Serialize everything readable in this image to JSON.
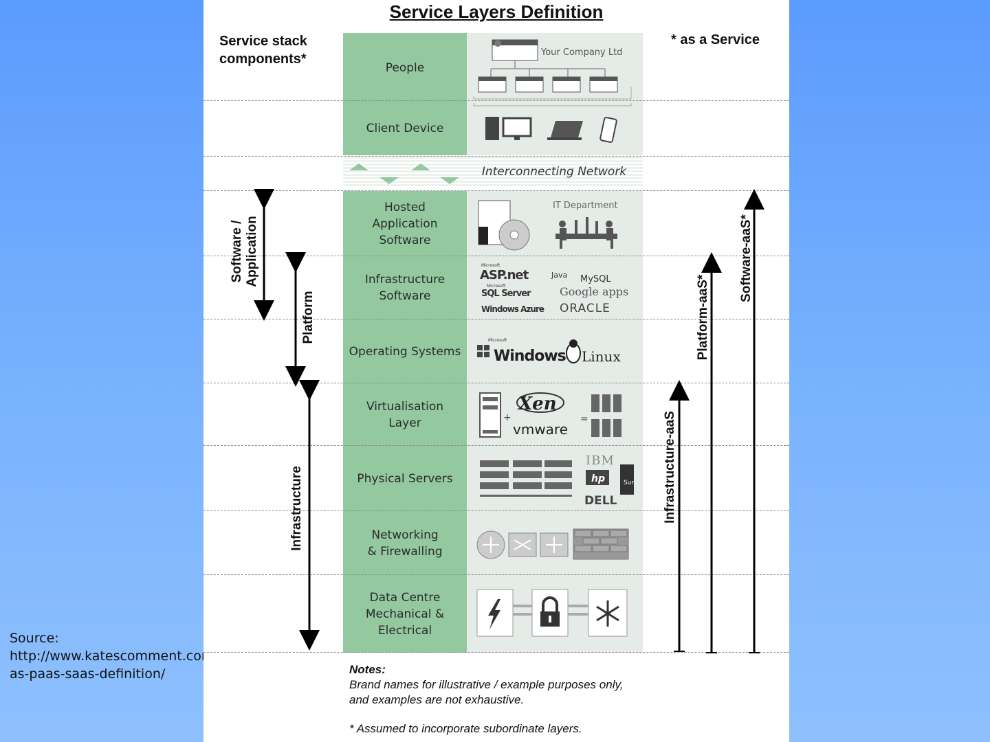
{
  "title": "Service Layers Definition",
  "left_header": [
    "Service stack",
    "components*"
  ],
  "right_header": "* as a Service",
  "network_label": "Interconnecting Network",
  "layers": [
    "People",
    "Client Device",
    "Hosted Application Software",
    "Infrastructure Software",
    "Operating Systems",
    "Virtualisation Layer",
    "Physical Servers",
    "Networking & Firewalling",
    "Data Centre Mechanical & Electrical"
  ],
  "layer_lines": {
    "hosted": [
      "Hosted",
      "Application",
      "Software"
    ],
    "infra_sw": [
      "Infrastructure",
      "Software"
    ],
    "virt": [
      "Virtualisation",
      "Layer"
    ],
    "netfw": [
      "Networking",
      "& Firewalling"
    ],
    "dc": [
      "Data Centre",
      "Mechanical &",
      "Electrical"
    ]
  },
  "illustrations": {
    "people_company": "Your Company Ltd",
    "it_department": "IT Department",
    "infra_brands": [
      "Microsoft",
      "ASP.net",
      "Java",
      "MySQL",
      "Microsoft",
      "SQL Server",
      "Google apps",
      "Windows Azure",
      "ORACLE"
    ],
    "os_brands": [
      "Microsoft",
      "Windows",
      "Linux"
    ],
    "virt_brands": [
      "Xen",
      "vmware"
    ],
    "server_brands": [
      "IBM",
      "hp",
      "Sun",
      "DELL"
    ]
  },
  "left_arrows": {
    "software": [
      "Software /",
      "Application"
    ],
    "platform": "Platform",
    "infrastructure": "Infrastructure"
  },
  "right_arrows": {
    "iaas": "Infrastructure-aaS",
    "paas": "Platform-aaS*",
    "saas": "Software-aaS*"
  },
  "notes": {
    "heading": "Notes:",
    "line1": "Brand names for illustrative / example purposes only,",
    "line2": "and examples are not exhaustive.",
    "footnote": "* Assumed to incorporate subordinate layers."
  },
  "source": [
    "Source:",
    "http://www.katescomment.com/iaas-paas-saas-definition/",
    "as-paas-saas-definition/"
  ],
  "colors": {
    "background_blue": "#6aa8fd",
    "layer_green": "#94c9a0",
    "illustration_gray": "#e5ebe7"
  }
}
